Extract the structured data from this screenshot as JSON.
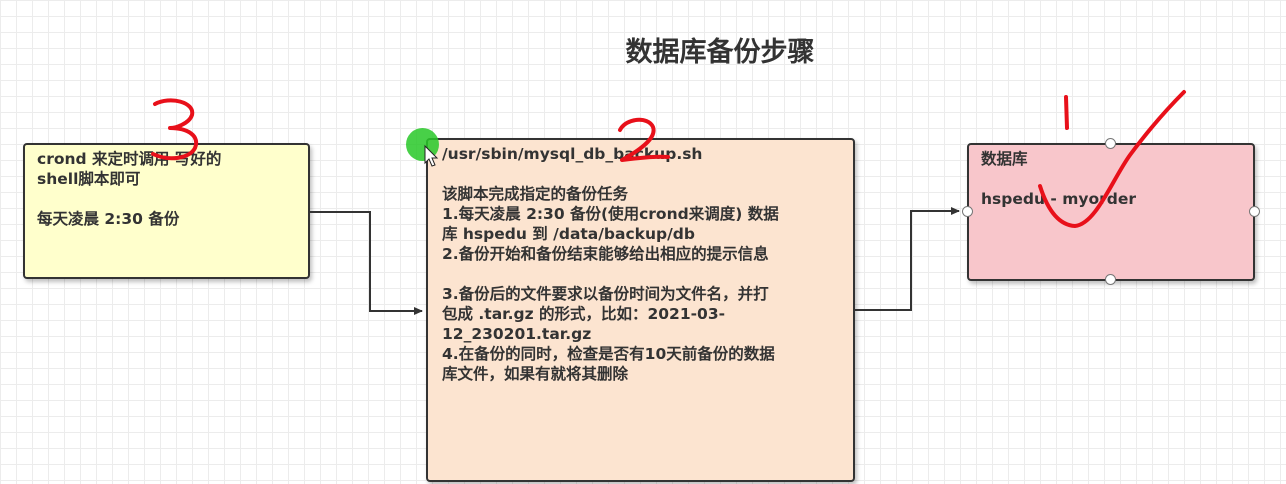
{
  "title": "数据库备份步骤",
  "nodes": {
    "cron": {
      "lines": [
        "crond 来定时调用 写好的",
        "shell脚本即可",
        "",
        "每天凌晨 2:30 备份"
      ],
      "color": "#ffffcc"
    },
    "script": {
      "lines": [
        "/usr/sbin/mysql_db_backup.sh",
        "",
        "该脚本完成指定的备份任务",
        "1.每天凌晨 2:30 备份(使用crond来调度) 数据",
        "库 hspedu 到 /data/backup/db",
        "2.备份开始和备份结束能够给出相应的提示信息",
        "",
        "3.备份后的文件要求以备份时间为文件名，并打",
        "包成 .tar.gz 的形式，比如：2021-03-",
        "12_230201.tar.gz",
        "4.在备份的同时，检查是否有10天前备份的数据",
        "库文件，如果有就将其删除"
      ],
      "color": "#fce4d0"
    },
    "db": {
      "lines": [
        "数据库",
        "",
        "hspedu - myorder"
      ],
      "color": "#f8c6cb"
    }
  },
  "annotations": {
    "number_cron": "3",
    "number_script": "2",
    "number_db": "1",
    "ink_color": "#e8101a"
  }
}
